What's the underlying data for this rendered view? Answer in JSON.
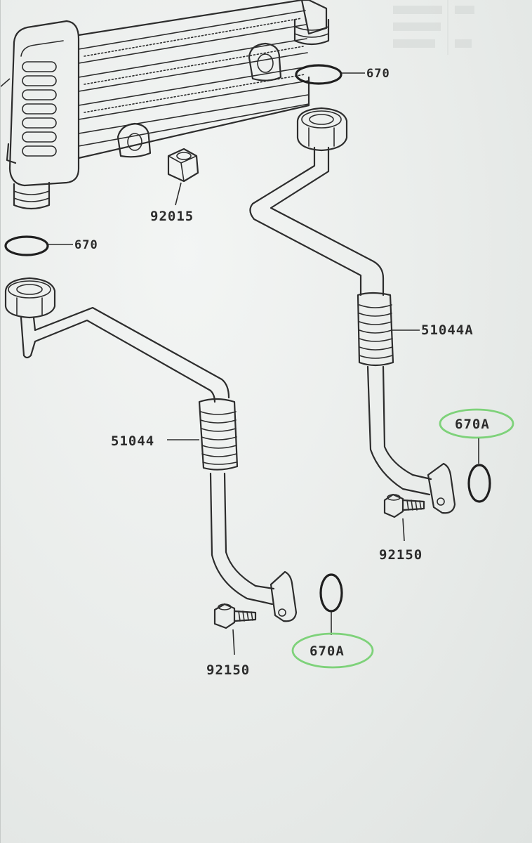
{
  "callouts": {
    "oring_top_right": "670",
    "oring_left": "670",
    "nut": "92015",
    "pipe_right": "51044A",
    "pipe_left": "51044",
    "oring_right_lower": "670A",
    "oring_left_lower": "670A",
    "bolt_right": "92150",
    "bolt_left": "92150"
  },
  "colors": {
    "highlight": "#7ed27a",
    "ink": "#2d2d2d",
    "paper": "#eceeed"
  }
}
